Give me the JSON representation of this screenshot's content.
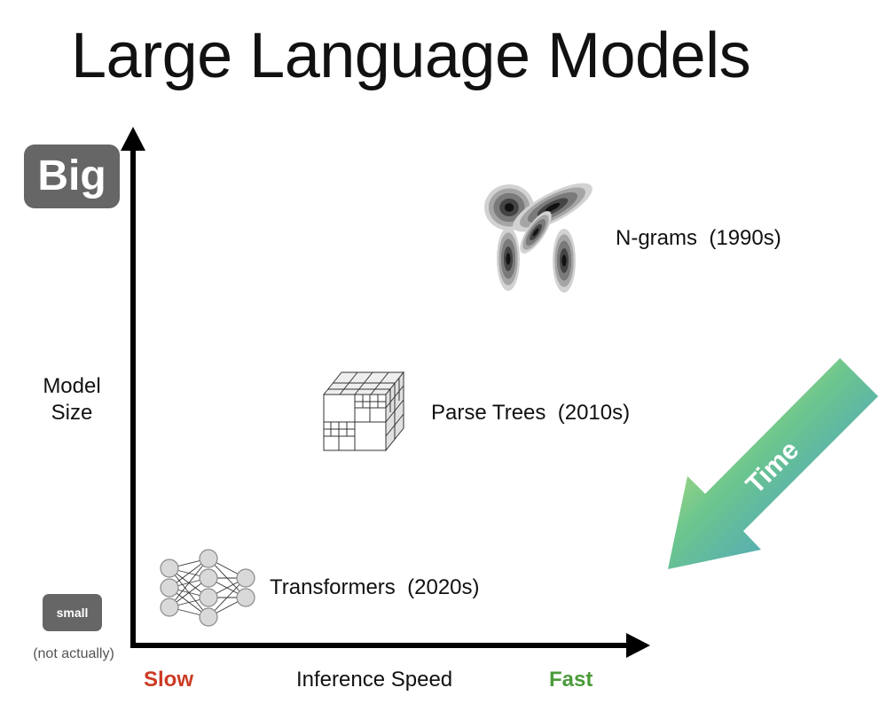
{
  "slide": {
    "title": "Large Language Models"
  },
  "y_axis": {
    "top_badge": "Big",
    "bottom_badge": "small",
    "bottom_note": "(not actually)",
    "label": "Model Size"
  },
  "x_axis": {
    "left_label": "Slow",
    "center_label": "Inference Speed",
    "right_label": "Fast",
    "left_color": "#cc3b24",
    "right_color": "#4c9b3b"
  },
  "items": [
    {
      "name": "N-grams",
      "period": "(1990s)",
      "icon": "gaussian-blobs-icon"
    },
    {
      "name": "Parse Trees",
      "period": "(2010s)",
      "icon": "partitioned-cube-icon"
    },
    {
      "name": "Transformers",
      "period": "(2020s)",
      "icon": "neural-network-icon"
    }
  ],
  "time_arrow": {
    "label": "Time",
    "gradient": [
      "#f1ef6b",
      "#4fb3d6",
      "#3e8fe0"
    ]
  }
}
